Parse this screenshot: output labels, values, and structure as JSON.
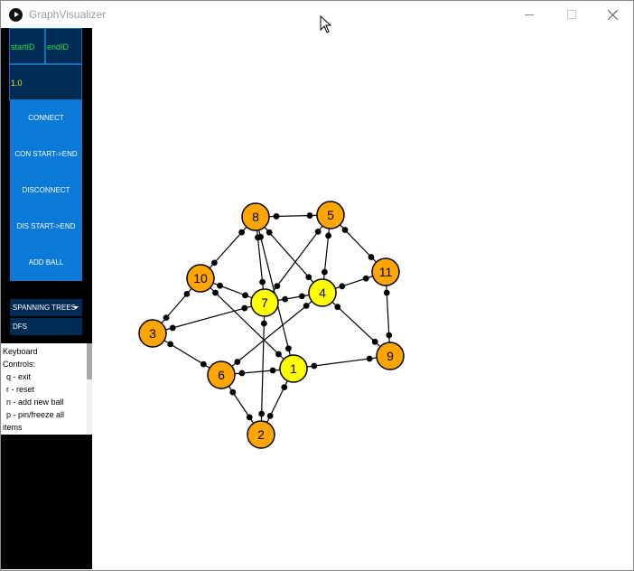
{
  "window": {
    "title": "GraphVisualizer"
  },
  "sidebar": {
    "start_field": "startID",
    "end_field": "endID",
    "value_field": "1.0",
    "buttons": [
      "CONNECT",
      "CON START->END",
      "DISCONNECT",
      "DIS START->END",
      "ADD BALL"
    ],
    "spanning_trees": "SPANNING TREES",
    "dfs": "DFS",
    "help_lines": [
      "Keyboard",
      "Controls:",
      " q - exit",
      " r - reset",
      " n - add new ball",
      " p - pin/freeze all",
      "items"
    ]
  },
  "graph": {
    "colors": {
      "orange": "#ffa500",
      "yellow": "#ffff00"
    },
    "nodes": [
      {
        "id": "1",
        "color": "yellow"
      },
      {
        "id": "2",
        "color": "orange"
      },
      {
        "id": "3",
        "color": "orange"
      },
      {
        "id": "4",
        "color": "yellow"
      },
      {
        "id": "5",
        "color": "orange"
      },
      {
        "id": "6",
        "color": "orange"
      },
      {
        "id": "7",
        "color": "yellow"
      },
      {
        "id": "8",
        "color": "orange"
      },
      {
        "id": "9",
        "color": "orange"
      },
      {
        "id": "10",
        "color": "orange"
      },
      {
        "id": "11",
        "color": "orange"
      }
    ],
    "edges": [
      [
        "8",
        "5"
      ],
      [
        "8",
        "10"
      ],
      [
        "8",
        "7"
      ],
      [
        "8",
        "4"
      ],
      [
        "8",
        "1"
      ],
      [
        "5",
        "4"
      ],
      [
        "5",
        "11"
      ],
      [
        "5",
        "7"
      ],
      [
        "10",
        "3"
      ],
      [
        "10",
        "7"
      ],
      [
        "10",
        "1"
      ],
      [
        "11",
        "4"
      ],
      [
        "11",
        "9"
      ],
      [
        "7",
        "4"
      ],
      [
        "7",
        "3"
      ],
      [
        "7",
        "2"
      ],
      [
        "4",
        "6"
      ],
      [
        "4",
        "9"
      ],
      [
        "3",
        "6"
      ],
      [
        "6",
        "1"
      ],
      [
        "6",
        "2"
      ],
      [
        "1",
        "9"
      ],
      [
        "1",
        "2"
      ]
    ]
  }
}
